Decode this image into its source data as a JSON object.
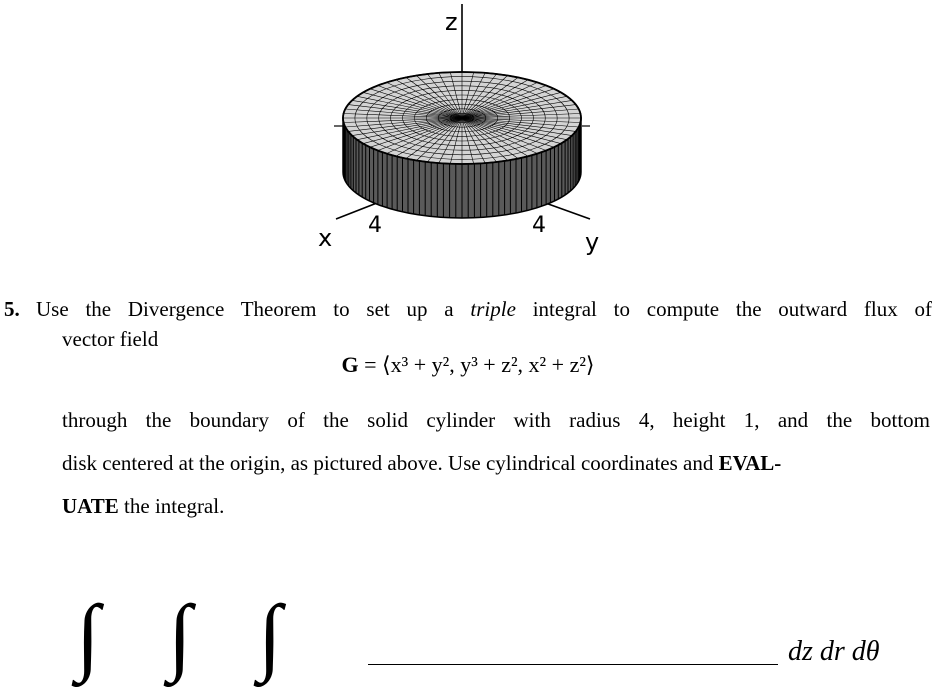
{
  "figure": {
    "axis_z": "z",
    "axis_x": "x",
    "axis_y": "y",
    "tick_x": "4",
    "tick_y": "4"
  },
  "problem": {
    "number": "5.",
    "line1_a": "Use the Divergence Theorem to set up a",
    "line1_em": "triple",
    "line1_b": "integral to compute the outward flux of",
    "line2": "vector field",
    "formula_vec": "G",
    "formula_text": "= ⟨x³ + y², y³ + z², x² + z²⟩",
    "para_line1": "through the boundary of the solid cylinder with radius 4, height 1, and the bottom",
    "para_line2_a": "disk centered at the origin, as pictured above. Use cylindrical coordinates and",
    "para_line2_b": "EVAL-",
    "para_line3_a": "UATE",
    "para_line3_b": "the integral."
  },
  "answer": {
    "integral_sign": "∫",
    "differentials": "dz dr dθ"
  }
}
